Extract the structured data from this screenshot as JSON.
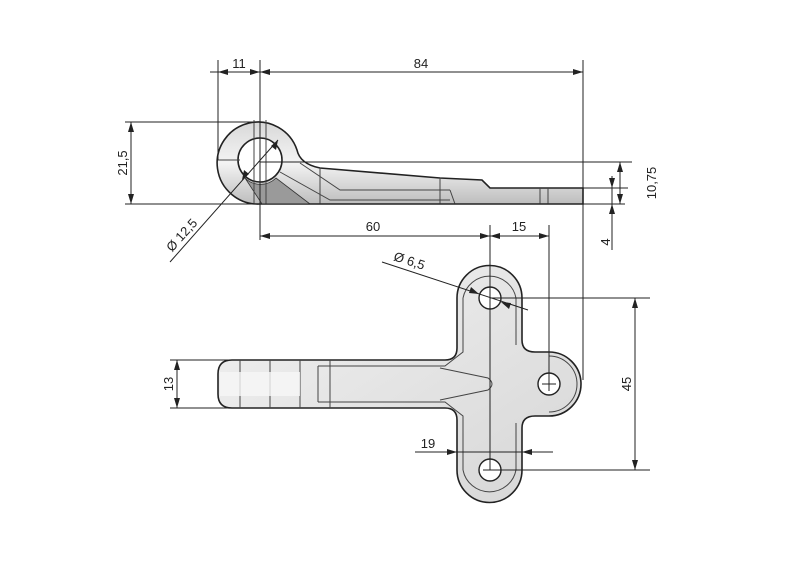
{
  "drawing": {
    "dimensions": {
      "width_eye": "11",
      "overall_length": "84",
      "height_total": "21,5",
      "height_offset": "10,75",
      "thickness": "4",
      "eye_diameter": "Ø 12,5",
      "hole_distance_1": "60",
      "hole_distance_2": "15",
      "hole_diameter": "Ø 6,5",
      "hole_spacing": "45",
      "arm_width": "13",
      "plate_width": "19"
    },
    "colors": {
      "line": "#222222",
      "part_fill": "#e6e6e6",
      "part_shadow": "#9a9a9a"
    }
  }
}
